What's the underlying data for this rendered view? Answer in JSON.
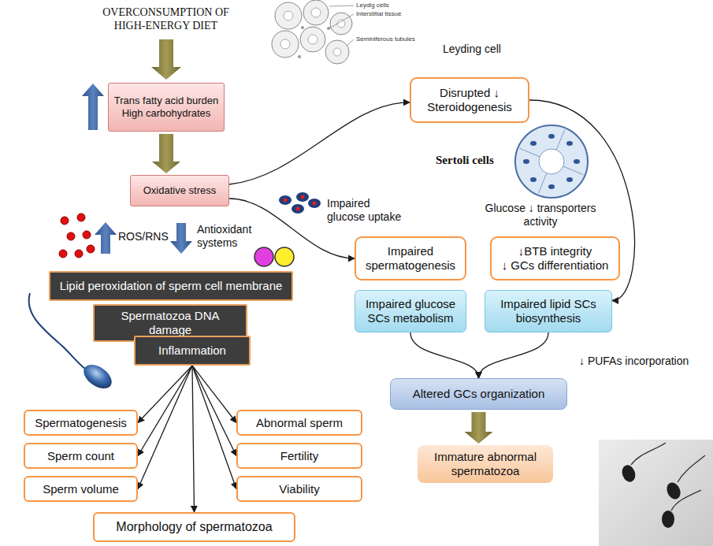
{
  "diagram": {
    "nodes": [
      {
        "text": [
          "Trans fatty acid burden",
          "High carbohydrates"
        ]
      },
      {
        "text": [
          "Oxidative stress"
        ]
      },
      {
        "text": [
          "Disrupted ↓ Steroidogenesis"
        ]
      },
      {
        "text": [
          "Impaired spermatogenesis"
        ]
      },
      {
        "text": [
          "↓BTB integrity",
          "↓ GCs differentiation"
        ]
      },
      {
        "text": [
          "Lipid peroxidation of sperm cell membrane"
        ]
      },
      {
        "text": [
          "Spermatozoa DNA damage"
        ]
      },
      {
        "text": [
          "Inflammation"
        ]
      },
      {
        "text": [
          "Impaired glucose SCs metabolism"
        ]
      },
      {
        "text": [
          "Impaired lipid SCs biosynthesis"
        ]
      },
      {
        "text": [
          "Altered GCs organization"
        ]
      },
      {
        "text": [
          "Immature abnormal spermatozoa"
        ]
      },
      {
        "text": [
          "Spermatogenesis"
        ]
      },
      {
        "text": [
          "Abnormal sperm"
        ]
      },
      {
        "text": [
          "Sperm count"
        ]
      },
      {
        "text": [
          "Fertility"
        ]
      },
      {
        "text": [
          "Sperm volume"
        ]
      },
      {
        "text": [
          "Viability"
        ]
      },
      {
        "text": [
          "Morphology of spermatozoa"
        ]
      }
    ],
    "edges": [
      {
        "from": 0,
        "to": 1,
        "arrow": "to"
      },
      {
        "from": 1,
        "to": 2,
        "arrow": "to"
      },
      {
        "from": 1,
        "to": 3,
        "arrow": "to"
      },
      {
        "from": 7,
        "to": 12,
        "arrow": "to"
      },
      {
        "from": 7,
        "to": 13,
        "arrow": "to"
      },
      {
        "from": 7,
        "to": 14,
        "arrow": "to"
      },
      {
        "from": 7,
        "to": 15,
        "arrow": "to"
      },
      {
        "from": 7,
        "to": 16,
        "arrow": "to"
      },
      {
        "from": 7,
        "to": 17,
        "arrow": "to"
      },
      {
        "from": 7,
        "to": 18,
        "arrow": "to"
      },
      {
        "from": 2,
        "to": 9,
        "arrow": "to"
      },
      {
        "from": 8,
        "to": 10,
        "arrow": "to"
      },
      {
        "from": 9,
        "to": 10,
        "arrow": "to"
      },
      {
        "from": 10,
        "to": 11,
        "arrow": "to"
      }
    ],
    "labels": [
      "OVERCONSUMPTION OF HIGH-ENERGY DIET",
      "Leydig cells",
      "Interstitial tissue",
      "Seminiferous tubules",
      "Leyding cell",
      "Sertoli cells",
      "Impaired glucose uptake",
      "Glucose ↓ transporters activity",
      "ROS/RNS",
      "Antioxidant systems",
      "↓ PUFAs incorporation"
    ]
  }
}
